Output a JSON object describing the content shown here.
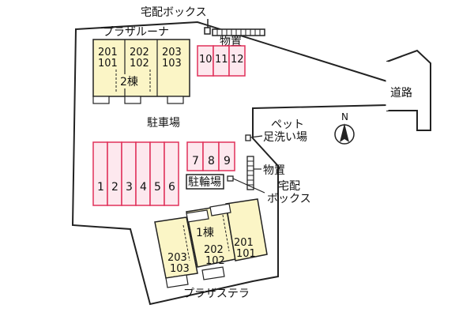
{
  "labels": {
    "delivery_box_top": "宅配ボックス",
    "building2_name": "プラザルーナ",
    "storage_top": "物置",
    "parking_lot": "駐車場",
    "road": "道路",
    "pet_footwash": [
      "ペット",
      "足洗い場"
    ],
    "storage_right": "物置",
    "delivery_box_right": [
      "宅配",
      "ボックス"
    ],
    "bicycle_parking": "駐輪場",
    "building2_tag": "2棟",
    "building1_tag": "1棟",
    "building1_name": "プラザステラ"
  },
  "building2_units": [
    {
      "top": "201",
      "bottom": "101"
    },
    {
      "top": "202",
      "bottom": "102"
    },
    {
      "top": "203",
      "bottom": "103"
    }
  ],
  "building1_units": [
    {
      "top": "203",
      "bottom": "103"
    },
    {
      "top": "202",
      "bottom": "102"
    },
    {
      "top": "201",
      "bottom": "101"
    }
  ],
  "parking_top": [
    "10",
    "11",
    "12"
  ],
  "parking_middle": [
    "7",
    "8",
    "9"
  ],
  "parking_bottom": [
    "1",
    "2",
    "3",
    "4",
    "5",
    "6"
  ],
  "compass_letter": "N",
  "colors": {
    "parking_fill": "#fde8ee",
    "parking_stroke": "#e0305a",
    "building_fill": "#fbf5c6",
    "outline": "#222222",
    "background": "#ffffff"
  }
}
